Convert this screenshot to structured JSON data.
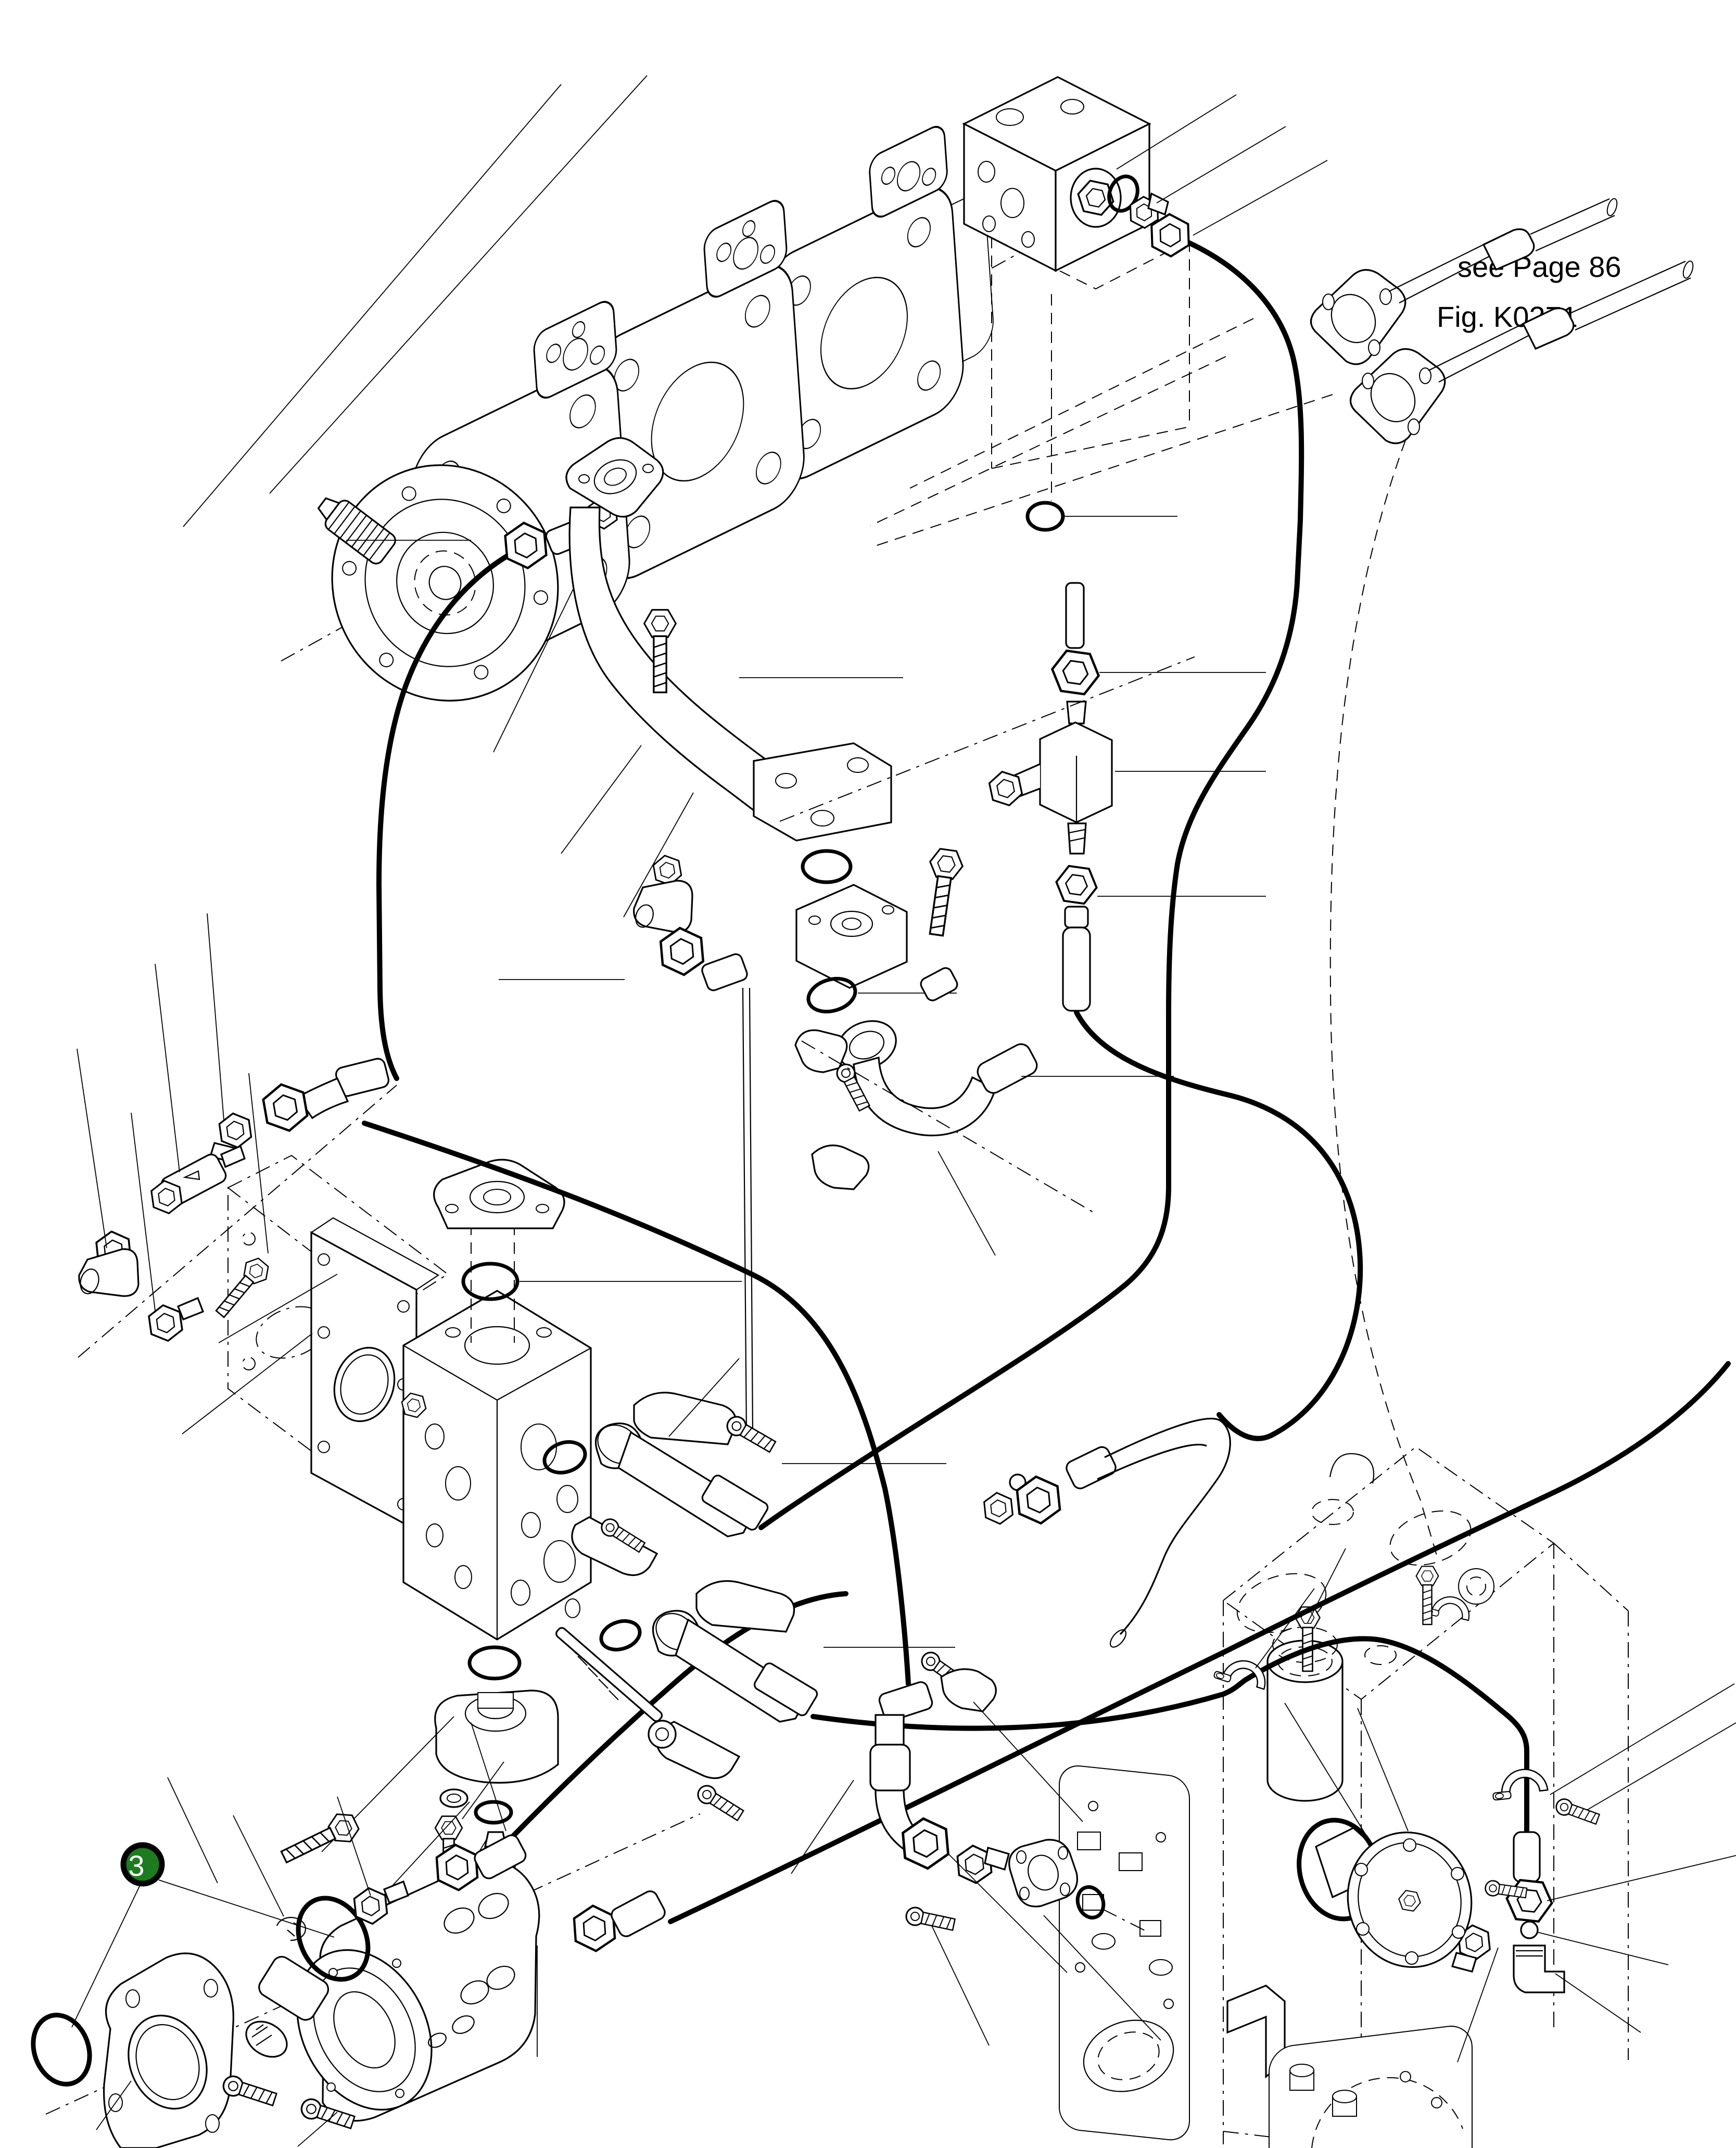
{
  "figure": {
    "note": {
      "line1": "see Page 86",
      "line2": "Fig. K0271"
    },
    "callout": {
      "number": "3",
      "fill": "#1c7c1f",
      "text_color": "#ffffff"
    },
    "colors": {
      "ink": "#000000",
      "background": "#ffffff"
    }
  }
}
